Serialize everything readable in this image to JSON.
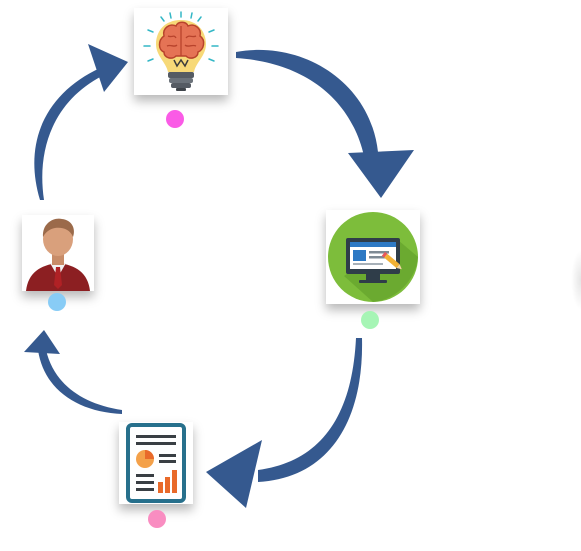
{
  "diagram": {
    "type": "cycle",
    "arrow_color": "#35598f",
    "nodes": [
      {
        "id": "idea",
        "icon": "brain-lightbulb-icon",
        "dot_color": "#fa5be6"
      },
      {
        "id": "screen",
        "icon": "monitor-presentation-icon",
        "dot_color": "#a6f5b5"
      },
      {
        "id": "report",
        "icon": "report-document-icon",
        "dot_color": "#f98dc1"
      },
      {
        "id": "person",
        "icon": "businessman-avatar-icon",
        "dot_color": "#88ccf6"
      }
    ],
    "flow": [
      "idea",
      "screen",
      "report",
      "person",
      "idea"
    ]
  }
}
